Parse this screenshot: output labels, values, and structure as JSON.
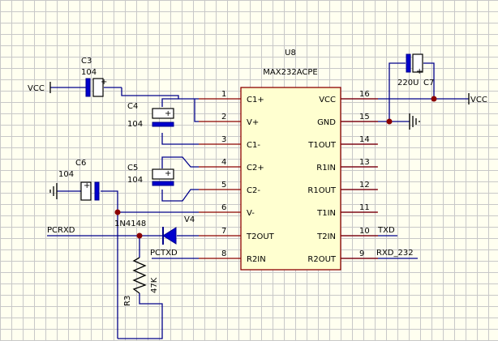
{
  "chip": {
    "designator": "U8",
    "part": "MAX232ACPE",
    "left_pins": [
      {
        "num": "1",
        "name": "C1+"
      },
      {
        "num": "2",
        "name": "V+"
      },
      {
        "num": "3",
        "name": "C1-"
      },
      {
        "num": "4",
        "name": "C2+"
      },
      {
        "num": "5",
        "name": "C2-"
      },
      {
        "num": "6",
        "name": "V-"
      },
      {
        "num": "7",
        "name": "T2OUT"
      },
      {
        "num": "8",
        "name": "R2IN"
      }
    ],
    "right_pins": [
      {
        "num": "16",
        "name": "VCC"
      },
      {
        "num": "15",
        "name": "GND"
      },
      {
        "num": "14",
        "name": "T1OUT"
      },
      {
        "num": "13",
        "name": "R1IN"
      },
      {
        "num": "12",
        "name": "R1OUT"
      },
      {
        "num": "11",
        "name": "T1IN"
      },
      {
        "num": "10",
        "name": "T2IN"
      },
      {
        "num": "9",
        "name": "R2OUT"
      }
    ]
  },
  "components": {
    "c3": {
      "ref": "C3",
      "value": "104"
    },
    "c4": {
      "ref": "C4",
      "value": "104"
    },
    "c5": {
      "ref": "C5",
      "value": "104"
    },
    "c6": {
      "ref": "C6",
      "value": "104"
    },
    "c7": {
      "ref": "C7",
      "value": "220U"
    },
    "v4": {
      "ref": "V4",
      "value": "1N4148"
    },
    "r3": {
      "ref": "R3",
      "value": "47K"
    }
  },
  "nets": {
    "vcc_left": "VCC",
    "vcc_right": "VCC",
    "pcrxd": "PCRXD",
    "pctxd": "PCTXD",
    "txd": "TXD",
    "rxd_232": "RXD_232"
  },
  "colors": {
    "wire": "#00008b",
    "component": "#000000",
    "chip_border": "#8b0000",
    "chip_fill": "#ffffd0",
    "junction": "#8b0000",
    "grid": "#c8c8c8",
    "background": "#fffff0"
  }
}
